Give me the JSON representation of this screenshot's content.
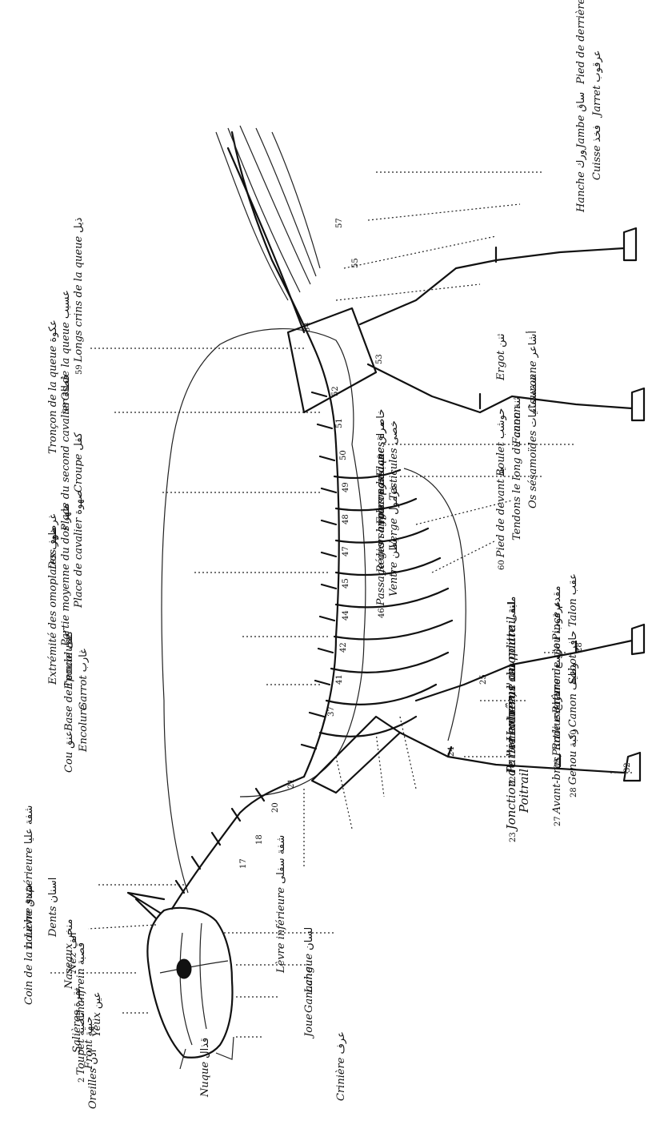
{
  "labels_head": [
    {
      "fr": "Oreilles",
      "ar": "اذن"
    },
    {
      "fr": "Nuque",
      "ar": "قذال"
    },
    {
      "fr": "Toupet",
      "ar": "ناصية",
      "num": "2"
    },
    {
      "fr": "Front",
      "ar": "جبهة"
    },
    {
      "fr": "Salières",
      "ar": "نقرة"
    },
    {
      "fr": "Yeux",
      "ar": "عين"
    },
    {
      "fr": "Chanfrein",
      "ar": "قصبة"
    },
    {
      "fr": "Coin de la bouche",
      "ar": "شدق"
    },
    {
      "fr": "Naseaux",
      "ar": "منخر"
    },
    {
      "fr": "Nez",
      "ar": "انف"
    },
    {
      "fr": "Lèvre supérieure",
      "ar": "شفة عليا",
      "num": "11"
    },
    {
      "fr": "Dents",
      "ar": "اسنان"
    },
    {
      "fr": "Crinière",
      "ar": "عرف"
    },
    {
      "fr": "Joue",
      "ar": ""
    },
    {
      "fr": "Ganache",
      "ar": ""
    },
    {
      "fr": "Langue",
      "ar": "لسان"
    },
    {
      "fr": "Lèvre inférieure",
      "ar": "شفة سفلى"
    }
  ],
  "labels_neck": [
    {
      "fr": "Jonction de l'encolure, l'omoplate",
      "ar": "ملتقى",
      "num": "23"
    },
    {
      "fr": "Poitrail",
      "ar": ""
    },
    {
      "fr": "Partie extrême du poitrail",
      "ar": "لبة",
      "num": "22"
    },
    {
      "fr": "Humérus",
      "ar": "عضد",
      "num": "24"
    }
  ],
  "labels_foreleg": [
    {
      "fr": "Avant-bras, Radius",
      "ar": "ذراع",
      "num": "27"
    },
    {
      "fr": "Genou",
      "ar": "ركبة",
      "num": "28"
    },
    {
      "fr": "Partie extrême de g'ou",
      "ar": "عرقوب",
      "num": "29"
    },
    {
      "fr": "Canon",
      "ar": "وظيف",
      "num": "30"
    },
    {
      "fr": "Paturon",
      "ar": "رسغ"
    },
    {
      "fr": "Sabot",
      "ar": "حافر"
    },
    {
      "fr": "Pince",
      "ar": "مقدم",
      "num": "38"
    },
    {
      "fr": "Talon",
      "ar": "عقب"
    }
  ],
  "labels_shoulder": [
    {
      "fr": "Cou",
      "ar": "عنق"
    },
    {
      "fr": "Encolure",
      "ar": ""
    },
    {
      "fr": "Base de l'encolure",
      "ar": ""
    },
    {
      "fr": "Garrot",
      "ar": "غارب"
    },
    {
      "fr": "Epaule",
      "ar": "كتف"
    }
  ],
  "labels_back": [
    {
      "fr": "Extrémité des omoplates",
      "ar": "غرضوف"
    },
    {
      "fr": "Partie moyenne du dos",
      "ar": "ظهر"
    },
    {
      "fr": "Place de cavalier",
      "ar": "صهوة"
    },
    {
      "fr": "Dos",
      "ar": "ظهر"
    },
    {
      "fr": "Place du second cavalier",
      "ar": "قطاة"
    },
    {
      "fr": "Croupe",
      "ar": "كفل"
    },
    {
      "fr": "Tronçon de la queue",
      "ar": "عكوة"
    },
    {
      "fr": "Os de la queue",
      "ar": "عسيب",
      "num": "58"
    },
    {
      "fr": "Longs crins de la queue",
      "ar": "ذيل",
      "num": "59"
    }
  ],
  "labels_belly": [
    {
      "fr": "Passage des sangles",
      "ar": "محزم",
      "num": "46"
    },
    {
      "fr": "Ventre",
      "ar": "بطن"
    },
    {
      "fr": "Région hypocondriaque",
      "ar": "مراق"
    },
    {
      "fr": "Verge",
      "ar": "غرمول"
    },
    {
      "fr": "Fourreau",
      "ar": "قنب"
    },
    {
      "fr": "Testicules",
      "ar": "خصى"
    },
    {
      "fr": "Flancs",
      "ar": "خاصرة"
    }
  ],
  "labels_hindleg": [
    {
      "fr": "Hanche",
      "ar": "ورك"
    },
    {
      "fr": "Cuisse",
      "ar": "فخذ"
    },
    {
      "fr": "Jambe",
      "ar": "ساق"
    },
    {
      "fr": "Jarret",
      "ar": "عرقوب"
    },
    {
      "fr": "Pied de derrière",
      "ar": "رجل"
    }
  ],
  "labels_foot": [
    {
      "fr": "Pied de devant",
      "ar": "يد",
      "num": "60"
    },
    {
      "fr": "Tendons le long du canon",
      "ar": ""
    },
    {
      "fr": "Os sésamoïdes",
      "ar": "سمسمانيات"
    },
    {
      "fr": "Boulet",
      "ar": "حوشب"
    },
    {
      "fr": "Fanon",
      "ar": "ثنة"
    },
    {
      "fr": "Couronne",
      "ar": "أشاعر"
    },
    {
      "fr": "Ergot",
      "ar": "ثنن"
    }
  ],
  "bone_numbers": [
    "17",
    "18",
    "20",
    "21",
    "24",
    "25",
    "28",
    "32",
    "37",
    "41",
    "42",
    "44",
    "45",
    "47",
    "48",
    "49",
    "50",
    "51",
    "52",
    "53",
    "54",
    "55",
    "57"
  ]
}
